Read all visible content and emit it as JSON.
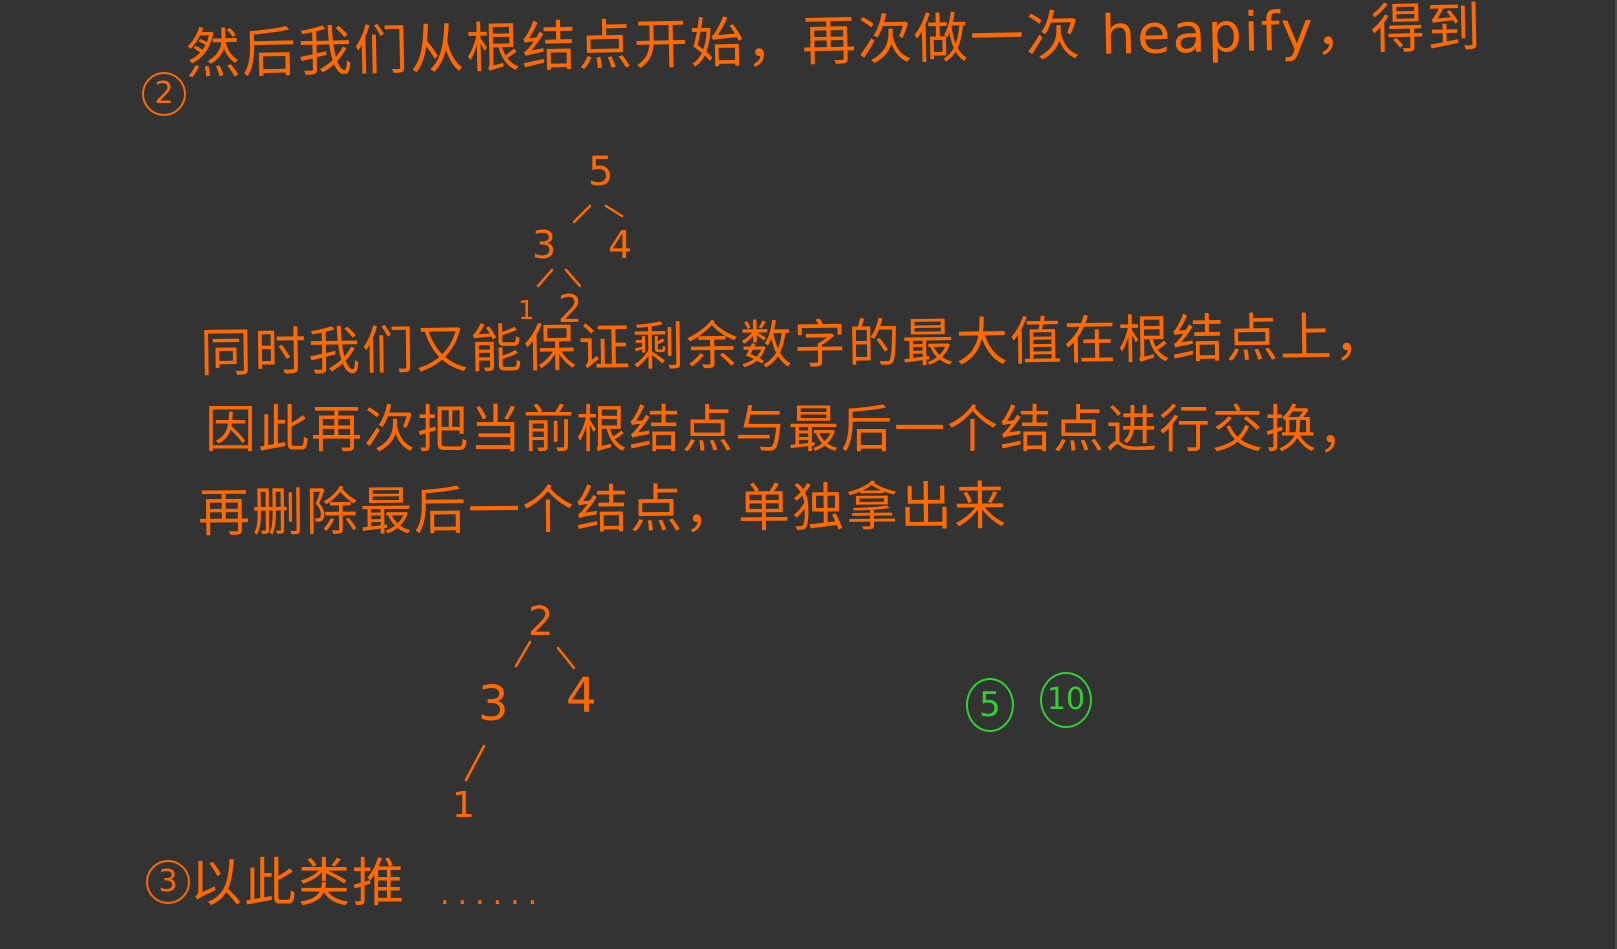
{
  "notes": {
    "step2_marker": "2",
    "step2_text": "然后我们从根结点开始，再次做一次 heapify，得到",
    "line2": "同时我们又能保证剩余数字的最大值在根结点上，",
    "line3": "因此再次把当前根结点与最后一个结点进行交换，",
    "line4": "再删除最后一个结点，单独拿出来",
    "step3_marker": "3",
    "step3_text": "以此类推",
    "ellipsis": "......"
  },
  "tree1": {
    "nodes": [
      "5",
      "3",
      "4",
      "1",
      "2"
    ]
  },
  "tree2": {
    "nodes": [
      "2",
      "3",
      "4",
      "1"
    ]
  },
  "extracted": {
    "values": [
      "5",
      "10"
    ],
    "color": "#2fd02f"
  },
  "colors": {
    "background": "#333333",
    "ink": "#ff6a00",
    "extracted": "#2fd02f"
  }
}
